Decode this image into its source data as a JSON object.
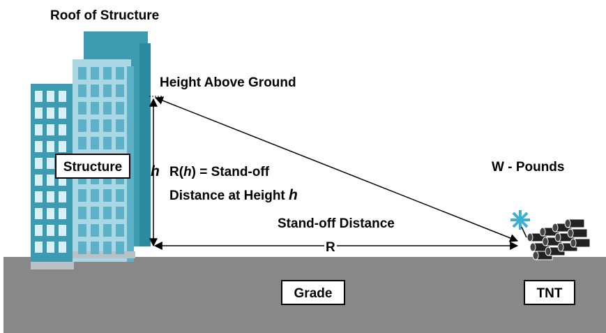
{
  "labels": {
    "roof": "Roof of Structure",
    "height_above_ground": "Height Above Ground",
    "h_symbol": "h",
    "standoff_height_prefix": "R(",
    "standoff_height_h": "h",
    "standoff_height_suffix": ") = Stand-off",
    "distance_at_height": "Distance at Height ",
    "distance_at_height_h": "h",
    "standoff_distance": "Stand-off Distance",
    "r_symbol": "R",
    "weight": "W - Pounds",
    "structure_box": "Structure",
    "grade_box": "Grade",
    "tnt_box": "TNT"
  },
  "colors": {
    "ground": "#888888",
    "building_dark": "#3c9bb0",
    "building_mid": "#5db1c6",
    "building_light": "#a9d8e4",
    "window": "#d9f0f6",
    "blast": "#3bb0d0",
    "arrow": "#000000"
  },
  "icons": {
    "blast": "starburst-icon",
    "explosive": "dynamite-bundle-icon"
  }
}
